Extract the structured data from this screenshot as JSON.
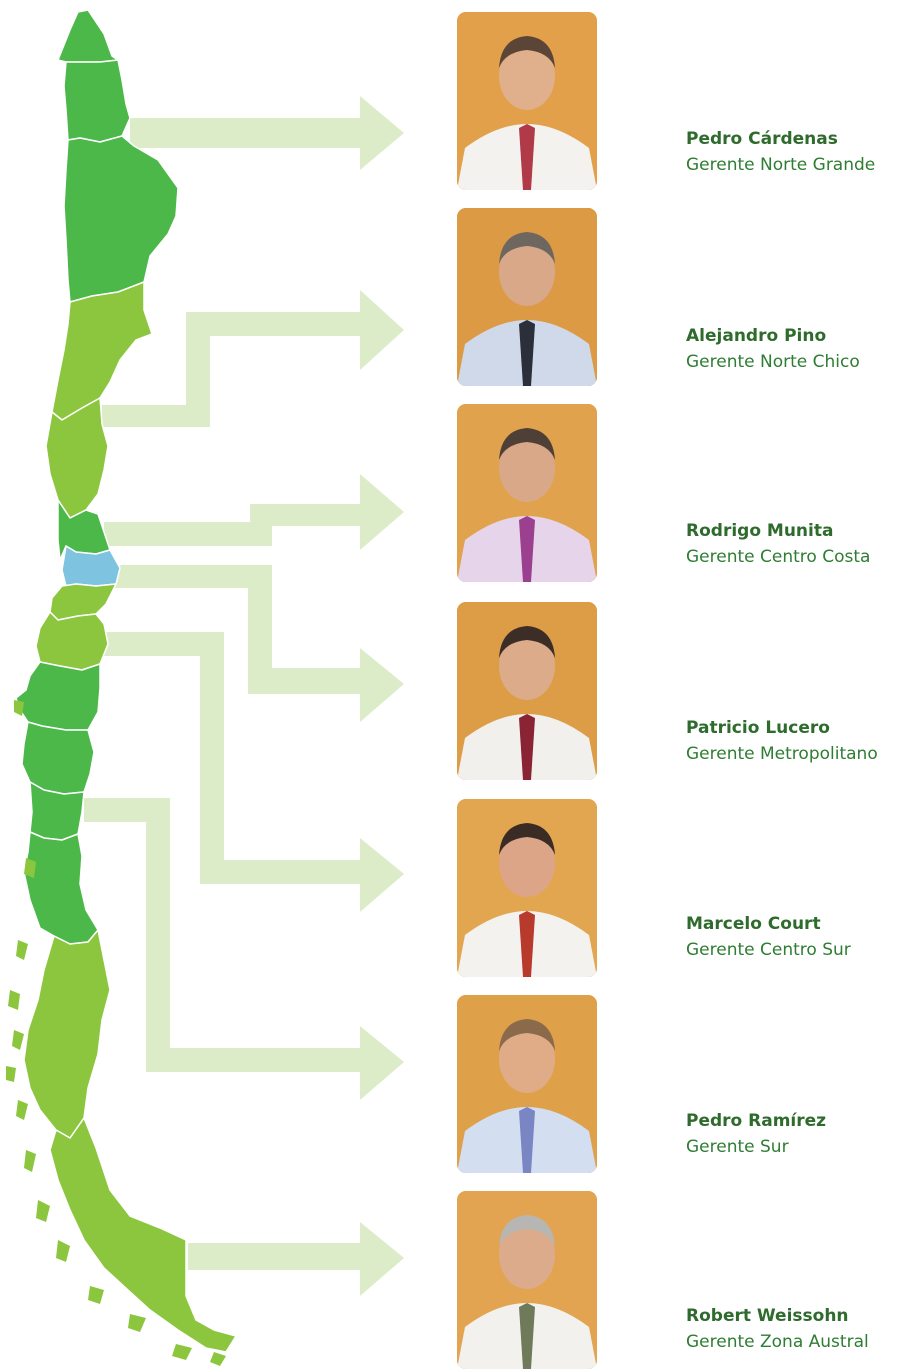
{
  "colors": {
    "arrow": "#dcecc8",
    "region_dark_green": "#4cb84a",
    "region_light_green": "#8cc63f",
    "region_blue": "#7ec3e0",
    "name_text": "#2e6b2c",
    "role_text": "#2e7d32",
    "photo_background": "#e19a3c"
  },
  "managers": [
    {
      "name": "Pedro Cárdenas",
      "role": "Gerente Norte Grande",
      "tie_color": "#b03a48"
    },
    {
      "name": "Alejandro Pino",
      "role": "Gerente Norte Chico",
      "tie_color": "#2a2f3a"
    },
    {
      "name": "Rodrigo Munita",
      "role": "Gerente Centro Costa",
      "tie_color": "#9b3f8f"
    },
    {
      "name": "Patricio Lucero",
      "role": "Gerente Metropolitano",
      "tie_color": "#8a2434"
    },
    {
      "name": "Marcelo Court",
      "role": "Gerente Centro Sur",
      "tie_color": "#b83a2c"
    },
    {
      "name": "Pedro Ramírez",
      "role": "Gerente Sur",
      "tie_color": "#7a86c4"
    },
    {
      "name": "Robert Weissohn",
      "role": "Gerente Zona Austral",
      "tie_color": "#6f7a5a"
    }
  ]
}
